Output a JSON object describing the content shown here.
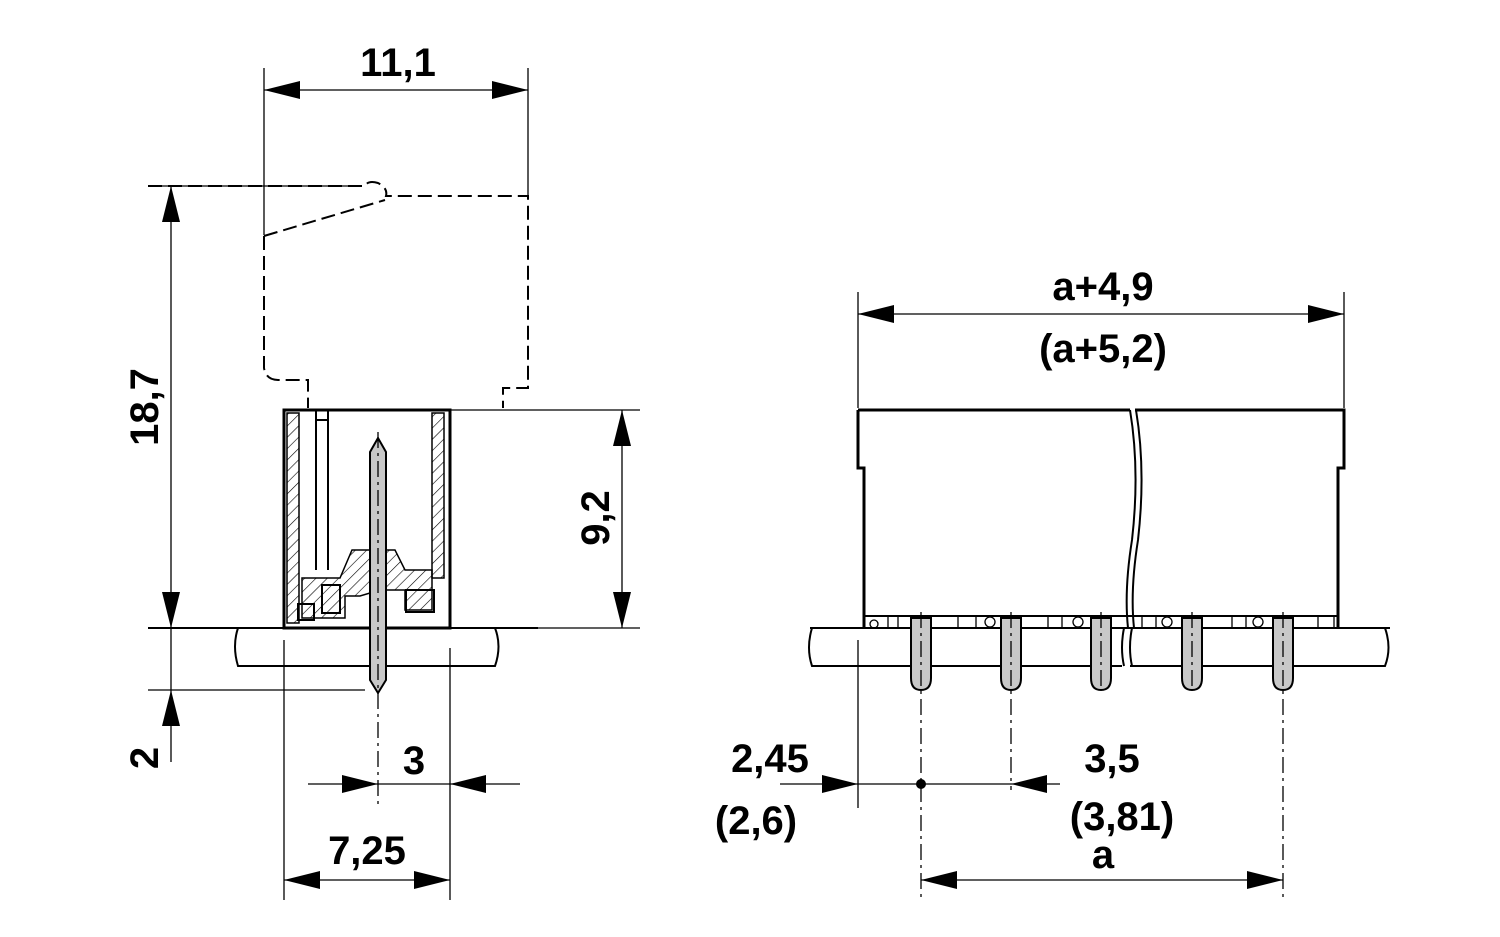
{
  "dimensions": {
    "side_width": "11,1",
    "total_height": "18,7",
    "header_height": "9,2",
    "pin_below": "2",
    "pin_offset": "3",
    "base_width": "7,25",
    "overall_length": "a+4,9",
    "overall_length_alt": "(a+5,2)",
    "edge_to_pin": "2,45",
    "edge_to_pin_alt": "(2,6)",
    "pitch": "3,5",
    "pitch_alt": "(3,81)",
    "pin_span": "a"
  }
}
